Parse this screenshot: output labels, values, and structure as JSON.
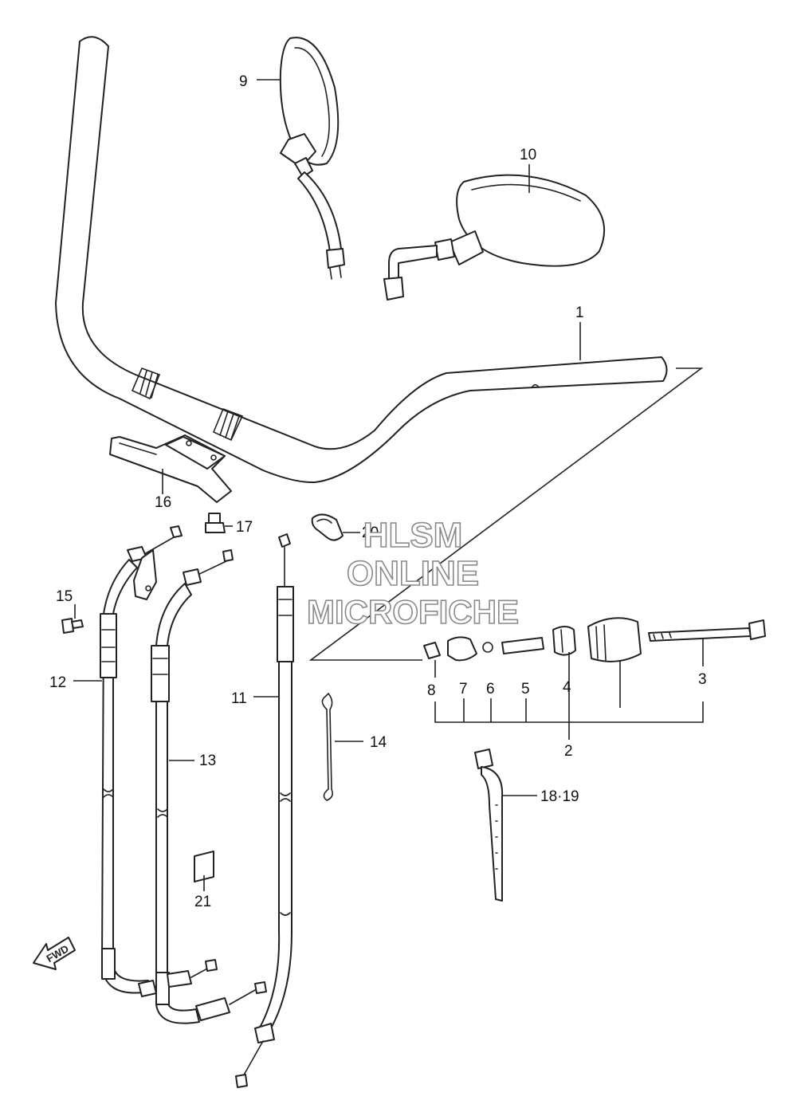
{
  "labels": {
    "l1": "1",
    "l2": "2",
    "l3": "3",
    "l4": "4",
    "l5": "5",
    "l6": "6",
    "l7": "7",
    "l8": "8",
    "l9": "9",
    "l10": "10",
    "l11": "11",
    "l12": "12",
    "l13": "13",
    "l14": "14",
    "l15": "15",
    "l16": "16",
    "l17": "17",
    "l18_19": "18·19",
    "l20": "20",
    "l21": "21"
  },
  "watermark": {
    "line1": "HLSM",
    "line2": "ONLINE",
    "line3": "MICROFICHE"
  },
  "fwd_badge": "FWD",
  "colors": {
    "line": "#222222",
    "watermark_outline": "#8a8a8a",
    "background": "#ffffff"
  }
}
